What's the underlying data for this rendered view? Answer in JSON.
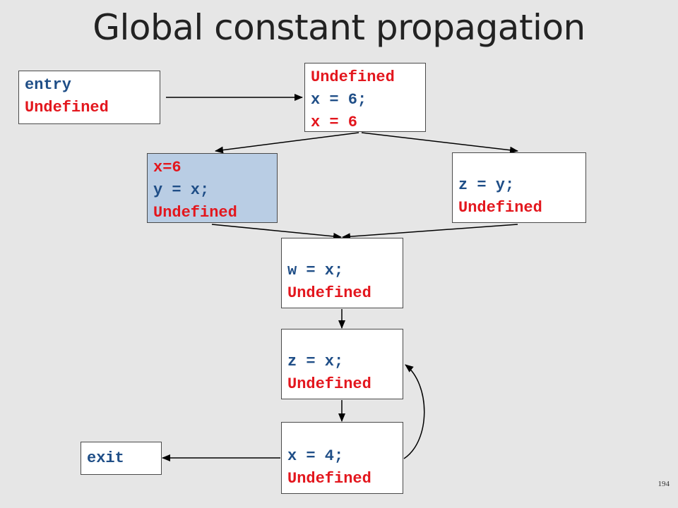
{
  "title": "Global constant propagation",
  "page_number": "194",
  "colors": {
    "code": "#1f4e87",
    "fact": "#e3161d",
    "highlight": "#b9cde4"
  },
  "nodes": {
    "entry": {
      "lines": [
        "entry",
        "Undefined"
      ]
    },
    "b1": {
      "lines": [
        "Undefined",
        "x = 6;",
        "x = 6"
      ]
    },
    "b2": {
      "lines": [
        "x=6",
        "y = x;",
        "Undefined"
      ]
    },
    "b3": {
      "lines": [
        "z = y;",
        "Undefined"
      ]
    },
    "b4": {
      "lines": [
        "w = x;",
        "Undefined"
      ]
    },
    "b5": {
      "lines": [
        "z = x;",
        "Undefined"
      ]
    },
    "b6": {
      "lines": [
        "x = 4;",
        "Undefined"
      ]
    },
    "exit": {
      "lines": [
        "exit"
      ]
    }
  }
}
